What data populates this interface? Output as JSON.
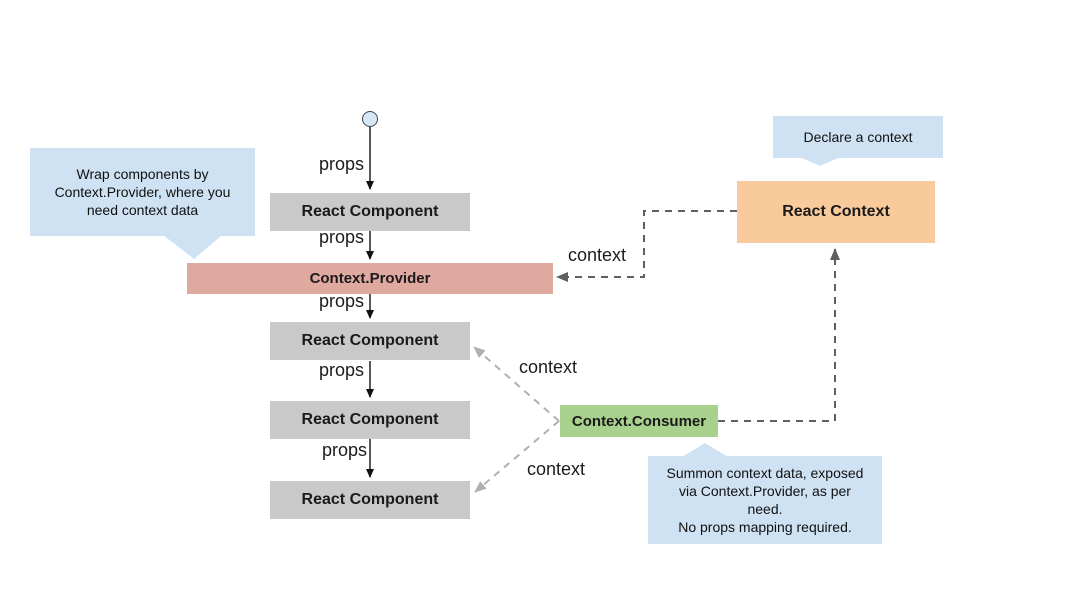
{
  "diagram": {
    "kind": "flow-diagram",
    "topic": "React Context data flow"
  },
  "colors": {
    "component_gray": "#c9c9c9",
    "provider_pink": "#dfa9a0",
    "context_orange": "#f9cb9c",
    "consumer_green": "#a9d18e",
    "callout_blue": "#cfe2f3",
    "connector_dark": "#5f5f5f",
    "connector_light": "#b0b0b0",
    "flow_black": "#111111"
  },
  "nodes": {
    "react_component": "React Component",
    "context_provider": "Context.Provider",
    "react_context": "React Context",
    "context_consumer": "Context.Consumer"
  },
  "edge_labels": {
    "props": "props",
    "context": "context"
  },
  "callouts": {
    "provider_note": "Wrap components by\nContext.Provider, where you\nneed context data",
    "declare_note": "Declare a context",
    "consumer_note": "Summon context data, exposed\nvia Context.Provider, as per\nneed.\nNo props mapping required."
  }
}
